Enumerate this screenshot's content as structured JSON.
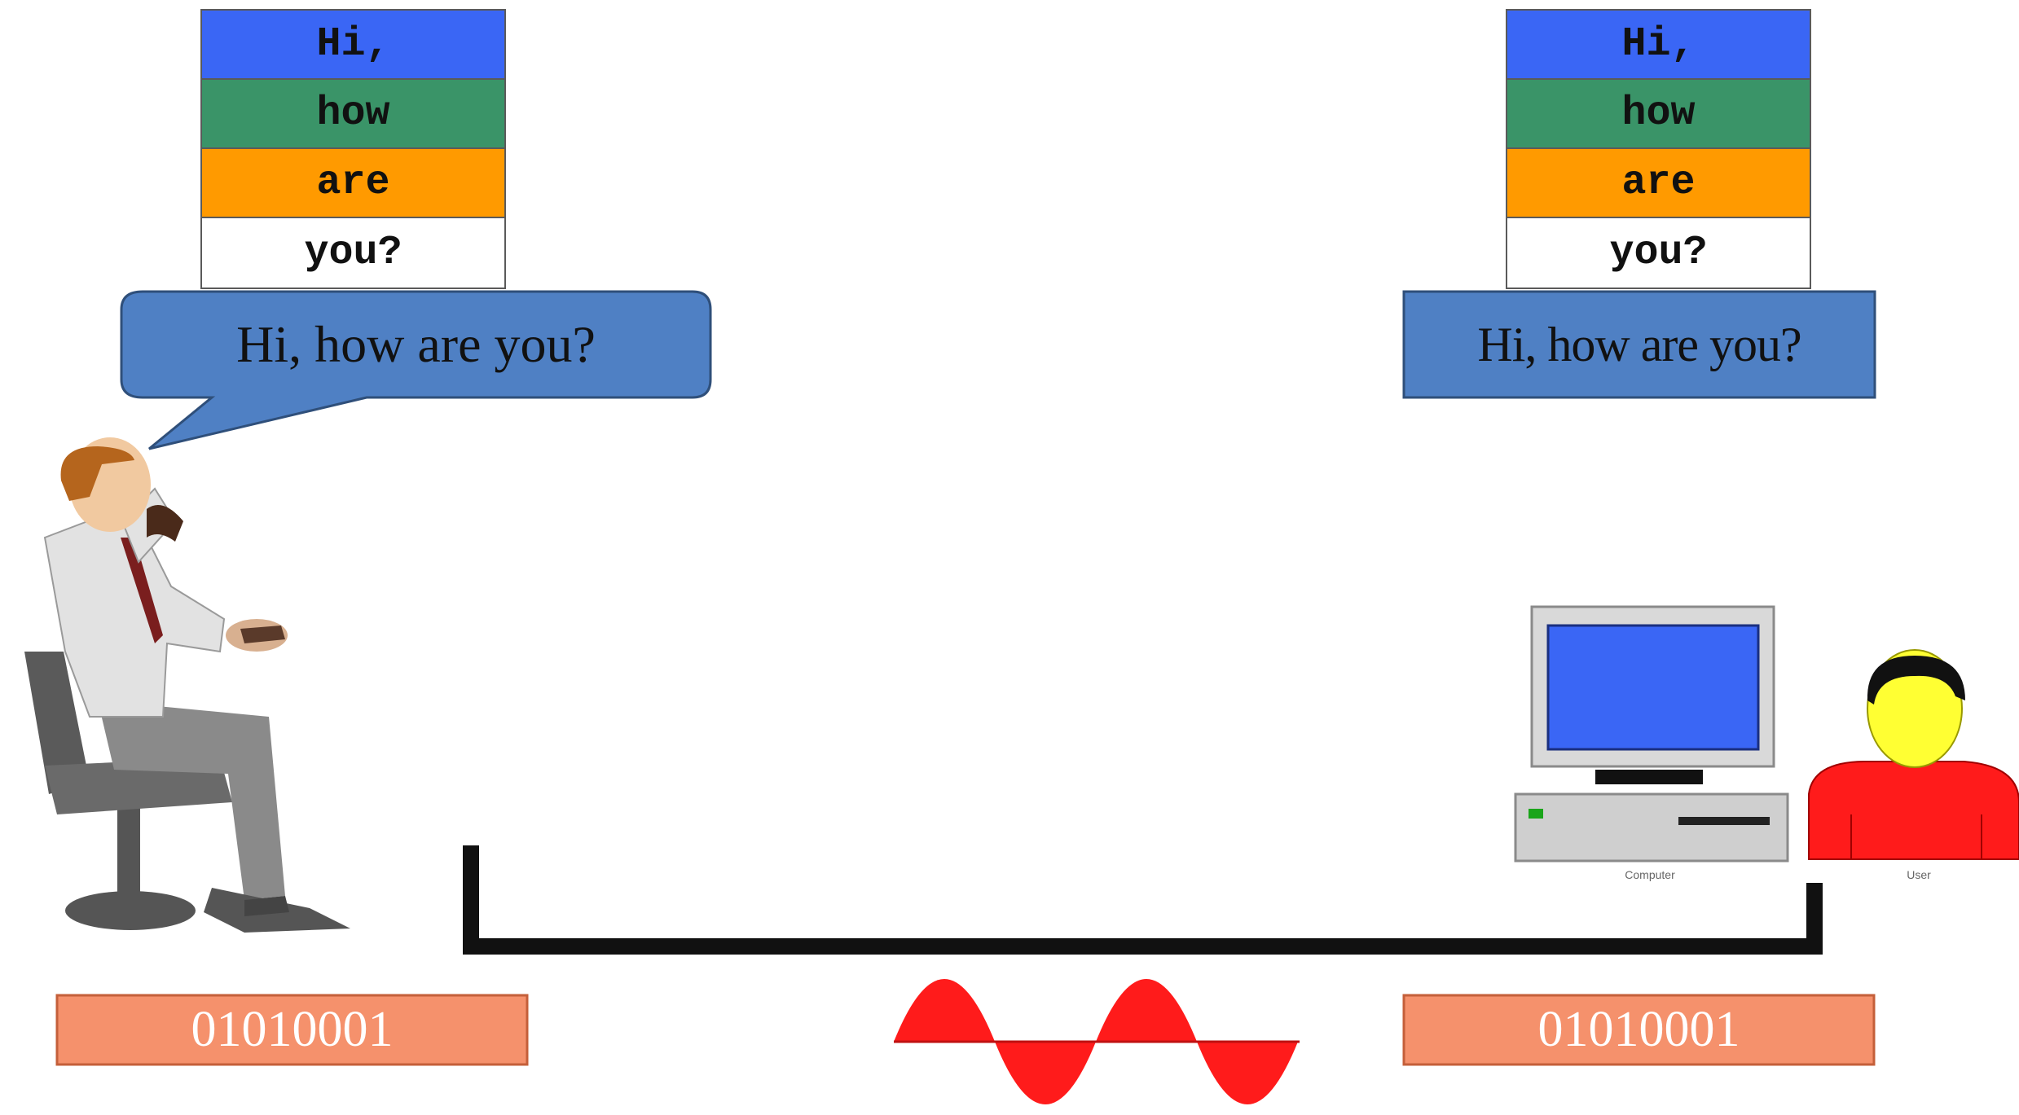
{
  "colors": {
    "word_blue": "#3a66f5",
    "word_green": "#3a9468",
    "word_orange": "#ff9a00",
    "bubble": "#4f80c4",
    "binary_box": "#f5916c",
    "wave": "#ff1b1b",
    "wire": "#111111"
  },
  "left_side": {
    "words": [
      "Hi,",
      "how",
      "are",
      "you?"
    ],
    "speech": "Hi, how are you?",
    "binary": "01010001"
  },
  "right_side": {
    "words": [
      "Hi,",
      "how",
      "are",
      "you?"
    ],
    "message": "Hi, how are you?",
    "binary": "01010001",
    "computer_caption": "Computer",
    "user_caption": "User"
  },
  "icons": {
    "sender": "man-on-phone-icon",
    "computer": "desktop-computer-icon",
    "user": "user-icon",
    "signal": "analog-wave-icon"
  }
}
